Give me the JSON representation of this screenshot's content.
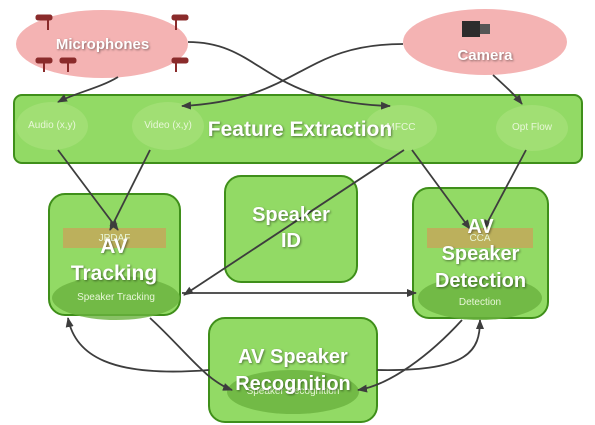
{
  "nodes": {
    "microphones": "Microphones",
    "camera": "Camera",
    "feature_extraction": "Feature Extraction",
    "audio_feature": "Audio (x,y)",
    "video_feature": "Video (x,y)",
    "mfcc_feature": "MFCC",
    "optical_flow": "Opt Flow",
    "av_tracking": "AV\nTracking",
    "jpdaf": "JPDAF",
    "speaker_tracking": "Speaker Tracking",
    "speaker_id": "Speaker\nID",
    "av_speaker_detection": "AV\nSpeaker\nDetection",
    "cca": "CCA",
    "detection": "Detection",
    "av_speaker_recognition": "AV Speaker\nRecognition",
    "speaker_recognition": "Speaker Recognition"
  },
  "colors": {
    "source_fill": "#f4b3b3",
    "module_fill": "#7fd44a",
    "module_border": "#3f8f1a",
    "inner_ellipse": "#6ab23f",
    "bar_fill": "#c9a15a",
    "arrow": "#3d3d3d"
  }
}
